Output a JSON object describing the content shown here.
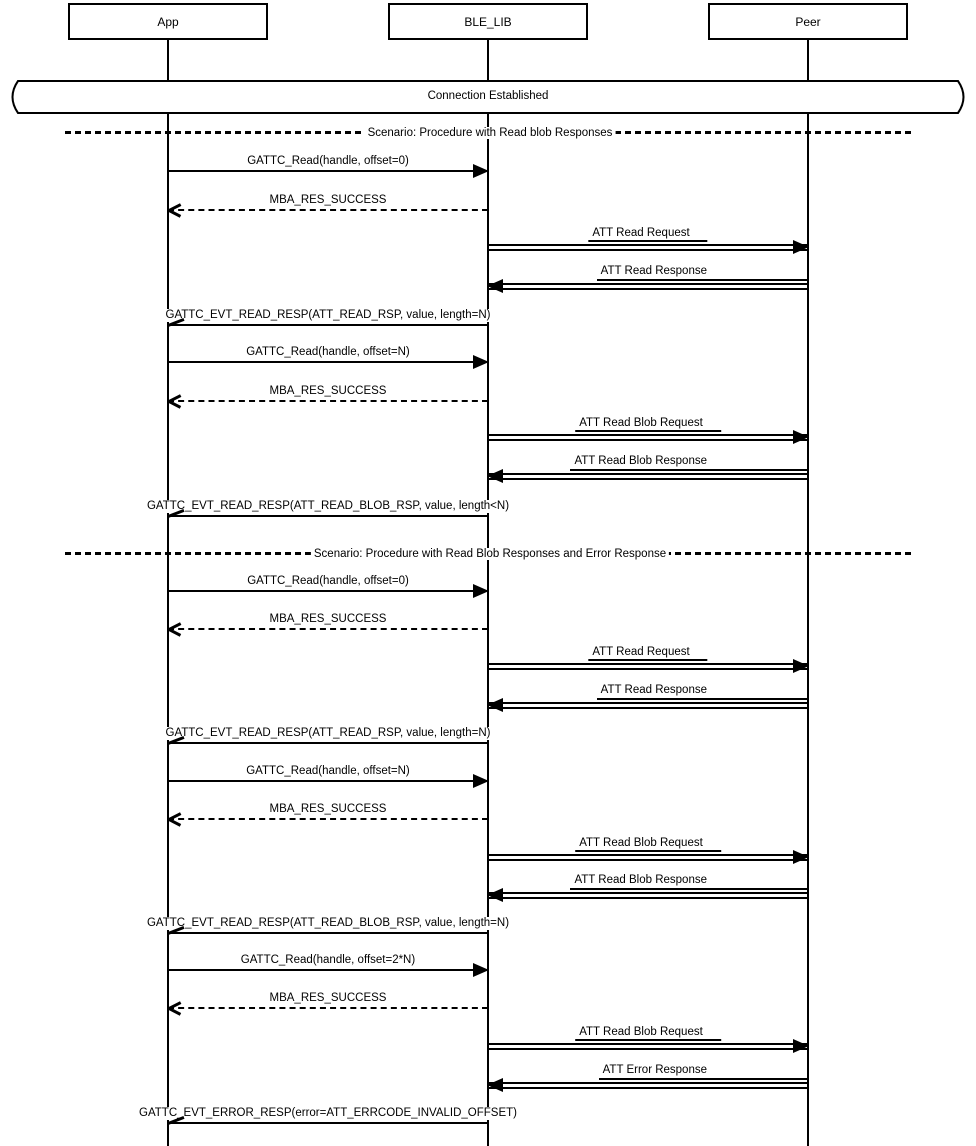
{
  "actors": [
    {
      "name": "App"
    },
    {
      "name": "BLE_LIB"
    },
    {
      "name": "Peer"
    }
  ],
  "banner": {
    "label": "Connection Established"
  },
  "dividers": [
    {
      "label": "Scenario: Procedure with Read blob Responses"
    },
    {
      "label": "Scenario: Procedure with Read Blob Responses and Error Response"
    }
  ],
  "messages": [
    {
      "from": "App",
      "to": "BLE_LIB",
      "line": "solid",
      "arrow": "filled",
      "label": "GATTC_Read(handle, offset=0)"
    },
    {
      "from": "BLE_LIB",
      "to": "App",
      "line": "dashed",
      "arrow": "open",
      "label": "MBA_RES_SUCCESS"
    },
    {
      "from": "BLE_LIB",
      "to": "Peer",
      "line": "double",
      "arrow": "filled",
      "label": "ATT Read Request"
    },
    {
      "from": "Peer",
      "to": "BLE_LIB",
      "line": "double",
      "arrow": "filled",
      "label": "ATT Read Response"
    },
    {
      "from": "BLE_LIB",
      "to": "App",
      "line": "solid",
      "arrow": "half-open",
      "label": "GATTC_EVT_READ_RESP(ATT_READ_RSP, value, length=N)"
    },
    {
      "from": "App",
      "to": "BLE_LIB",
      "line": "solid",
      "arrow": "filled",
      "label": "GATTC_Read(handle, offset=N)"
    },
    {
      "from": "BLE_LIB",
      "to": "App",
      "line": "dashed",
      "arrow": "open",
      "label": "MBA_RES_SUCCESS"
    },
    {
      "from": "BLE_LIB",
      "to": "Peer",
      "line": "double",
      "arrow": "filled",
      "label": "ATT Read Blob Request"
    },
    {
      "from": "Peer",
      "to": "BLE_LIB",
      "line": "double",
      "arrow": "filled",
      "label": "ATT Read Blob Response"
    },
    {
      "from": "BLE_LIB",
      "to": "App",
      "line": "solid",
      "arrow": "half-open",
      "label": "GATTC_EVT_READ_RESP(ATT_READ_BLOB_RSP, value, length<N)"
    },
    {
      "from": "App",
      "to": "BLE_LIB",
      "line": "solid",
      "arrow": "filled",
      "label": "GATTC_Read(handle, offset=0)"
    },
    {
      "from": "BLE_LIB",
      "to": "App",
      "line": "dashed",
      "arrow": "open",
      "label": "MBA_RES_SUCCESS"
    },
    {
      "from": "BLE_LIB",
      "to": "Peer",
      "line": "double",
      "arrow": "filled",
      "label": "ATT Read Request"
    },
    {
      "from": "Peer",
      "to": "BLE_LIB",
      "line": "double",
      "arrow": "filled",
      "label": "ATT Read Response"
    },
    {
      "from": "BLE_LIB",
      "to": "App",
      "line": "solid",
      "arrow": "half-open",
      "label": "GATTC_EVT_READ_RESP(ATT_READ_RSP, value, length=N)"
    },
    {
      "from": "App",
      "to": "BLE_LIB",
      "line": "solid",
      "arrow": "filled",
      "label": "GATTC_Read(handle, offset=N)"
    },
    {
      "from": "BLE_LIB",
      "to": "App",
      "line": "dashed",
      "arrow": "open",
      "label": "MBA_RES_SUCCESS"
    },
    {
      "from": "BLE_LIB",
      "to": "Peer",
      "line": "double",
      "arrow": "filled",
      "label": "ATT Read Blob Request"
    },
    {
      "from": "Peer",
      "to": "BLE_LIB",
      "line": "double",
      "arrow": "filled",
      "label": "ATT Read Blob Response"
    },
    {
      "from": "BLE_LIB",
      "to": "App",
      "line": "solid",
      "arrow": "half-open",
      "label": "GATTC_EVT_READ_RESP(ATT_READ_BLOB_RSP, value, length=N)"
    },
    {
      "from": "App",
      "to": "BLE_LIB",
      "line": "solid",
      "arrow": "filled",
      "label": "GATTC_Read(handle, offset=2*N)"
    },
    {
      "from": "BLE_LIB",
      "to": "App",
      "line": "dashed",
      "arrow": "open",
      "label": "MBA_RES_SUCCESS"
    },
    {
      "from": "BLE_LIB",
      "to": "Peer",
      "line": "double",
      "arrow": "filled",
      "label": "ATT Read Blob Request"
    },
    {
      "from": "Peer",
      "to": "BLE_LIB",
      "line": "double",
      "arrow": "filled",
      "label": "ATT Error Response"
    },
    {
      "from": "BLE_LIB",
      "to": "App",
      "line": "solid",
      "arrow": "half-open",
      "label": "GATTC_EVT_ERROR_RESP(error=ATT_ERRCODE_INVALID_OFFSET)"
    }
  ],
  "colors": {
    "stroke": "#000000",
    "background": "#ffffff"
  }
}
